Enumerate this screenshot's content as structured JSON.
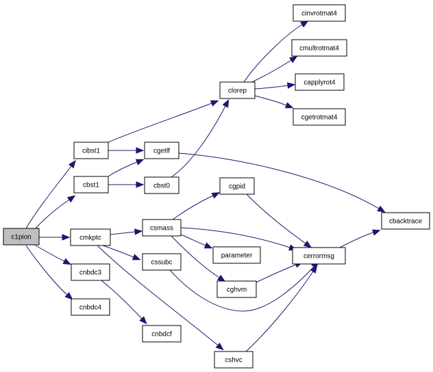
{
  "colors": {
    "edge": "#191970",
    "node_fill": "#ffffff",
    "root_fill": "#bfbfbf",
    "node_stroke": "#000000"
  },
  "nodes": [
    {
      "id": "c1pion",
      "label": "c1pion",
      "root": true
    },
    {
      "id": "cibst1",
      "label": "cibst1"
    },
    {
      "id": "cbst1",
      "label": "cbst1"
    },
    {
      "id": "cmkptc",
      "label": "cmkptc"
    },
    {
      "id": "cnbdc3",
      "label": "cnbdc3"
    },
    {
      "id": "cnbdc4",
      "label": "cnbdc4"
    },
    {
      "id": "cgetlf",
      "label": "cgetlf"
    },
    {
      "id": "cbst0",
      "label": "cbst0"
    },
    {
      "id": "clorep",
      "label": "clorep"
    },
    {
      "id": "cinvrotmat4",
      "label": "cinvrotmat4"
    },
    {
      "id": "cmultrotmat4",
      "label": "cmultrotmat4"
    },
    {
      "id": "capplyrot4",
      "label": "capplyrot4"
    },
    {
      "id": "cgetrotmat4",
      "label": "cgetrotmat4"
    },
    {
      "id": "csmass",
      "label": "csmass"
    },
    {
      "id": "cssubc",
      "label": "cssubc"
    },
    {
      "id": "cnbdcf",
      "label": "cnbdcf"
    },
    {
      "id": "cshvc",
      "label": "cshvc"
    },
    {
      "id": "cgpid",
      "label": "cgpid"
    },
    {
      "id": "parameter",
      "label": "parameter"
    },
    {
      "id": "cghvm",
      "label": "cghvm"
    },
    {
      "id": "cerrormsg",
      "label": "cerrormsg"
    },
    {
      "id": "cbacktrace",
      "label": "cbacktrace"
    }
  ],
  "edges": [
    {
      "from": "c1pion",
      "to": "cibst1"
    },
    {
      "from": "c1pion",
      "to": "cbst1"
    },
    {
      "from": "c1pion",
      "to": "cmkptc"
    },
    {
      "from": "c1pion",
      "to": "cnbdc3"
    },
    {
      "from": "c1pion",
      "to": "cnbdc4"
    },
    {
      "from": "cibst1",
      "to": "clorep"
    },
    {
      "from": "cibst1",
      "to": "cgetlf"
    },
    {
      "from": "cbst1",
      "to": "cgetlf"
    },
    {
      "from": "cbst1",
      "to": "cbst0"
    },
    {
      "from": "cbst0",
      "to": "clorep"
    },
    {
      "from": "clorep",
      "to": "cinvrotmat4"
    },
    {
      "from": "clorep",
      "to": "cmultrotmat4"
    },
    {
      "from": "clorep",
      "to": "capplyrot4"
    },
    {
      "from": "clorep",
      "to": "cgetrotmat4"
    },
    {
      "from": "cgetlf",
      "to": "cbacktrace"
    },
    {
      "from": "cmkptc",
      "to": "csmass"
    },
    {
      "from": "cmkptc",
      "to": "cssubc"
    },
    {
      "from": "cmkptc",
      "to": "cshvc"
    },
    {
      "from": "cnbdc3",
      "to": "cnbdcf"
    },
    {
      "from": "csmass",
      "to": "cgpid"
    },
    {
      "from": "csmass",
      "to": "parameter"
    },
    {
      "from": "csmass",
      "to": "cghvm"
    },
    {
      "from": "csmass",
      "to": "cerrormsg"
    },
    {
      "from": "cgpid",
      "to": "cerrormsg"
    },
    {
      "from": "cghvm",
      "to": "cerrormsg"
    },
    {
      "from": "cssubc",
      "to": "cerrormsg"
    },
    {
      "from": "cshvc",
      "to": "cerrormsg"
    },
    {
      "from": "cerrormsg",
      "to": "cbacktrace"
    }
  ]
}
